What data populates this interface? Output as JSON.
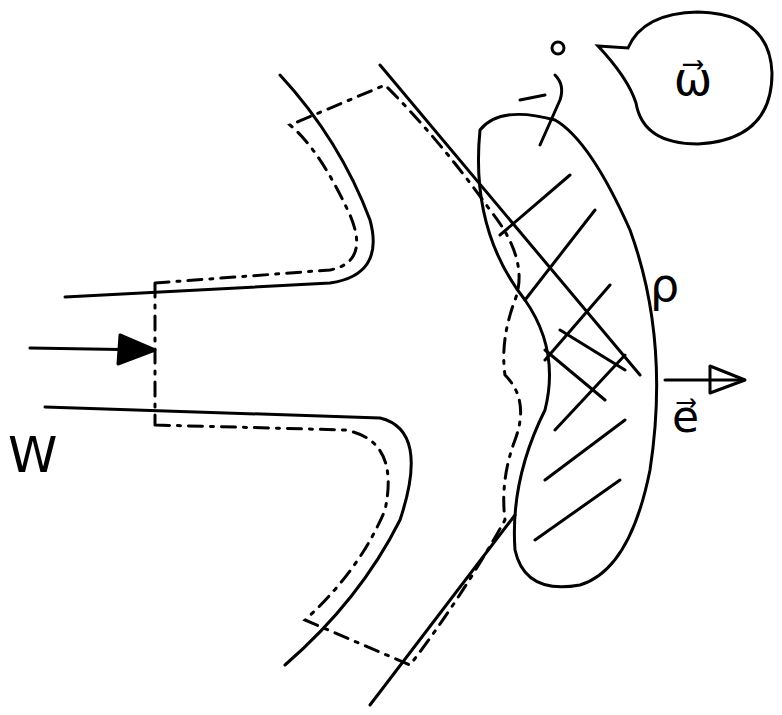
{
  "diagram": {
    "nodes": [
      {
        "text": [
          "ω⃗"
        ]
      }
    ],
    "labels": [
      "W",
      "ρ",
      "e⃗"
    ]
  }
}
